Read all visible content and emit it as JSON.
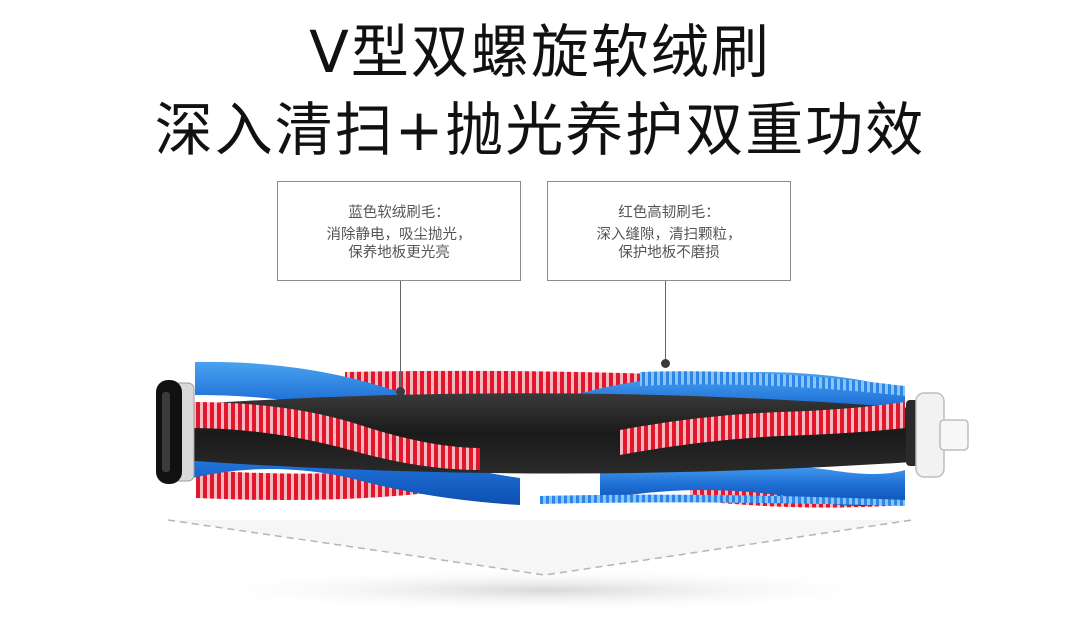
{
  "heading": {
    "line1": "V型双螺旋软绒刷",
    "line2": "深入清扫+抛光养护双重功效"
  },
  "callouts": {
    "blue": {
      "title": "蓝色软绒刷毛：",
      "line1": "消除静电，吸尘抛光，",
      "line2": "保养地板更光亮"
    },
    "red": {
      "title": "红色高韧刷毛：",
      "line1": "深入缝隙，清扫颗粒，",
      "line2": "保护地板不磨损"
    }
  },
  "colors": {
    "blue_bristle": "#1e6fd6",
    "red_bristle": "#e0182e",
    "core": "#1c1c1c",
    "end_cap": "#f2f2f2"
  }
}
